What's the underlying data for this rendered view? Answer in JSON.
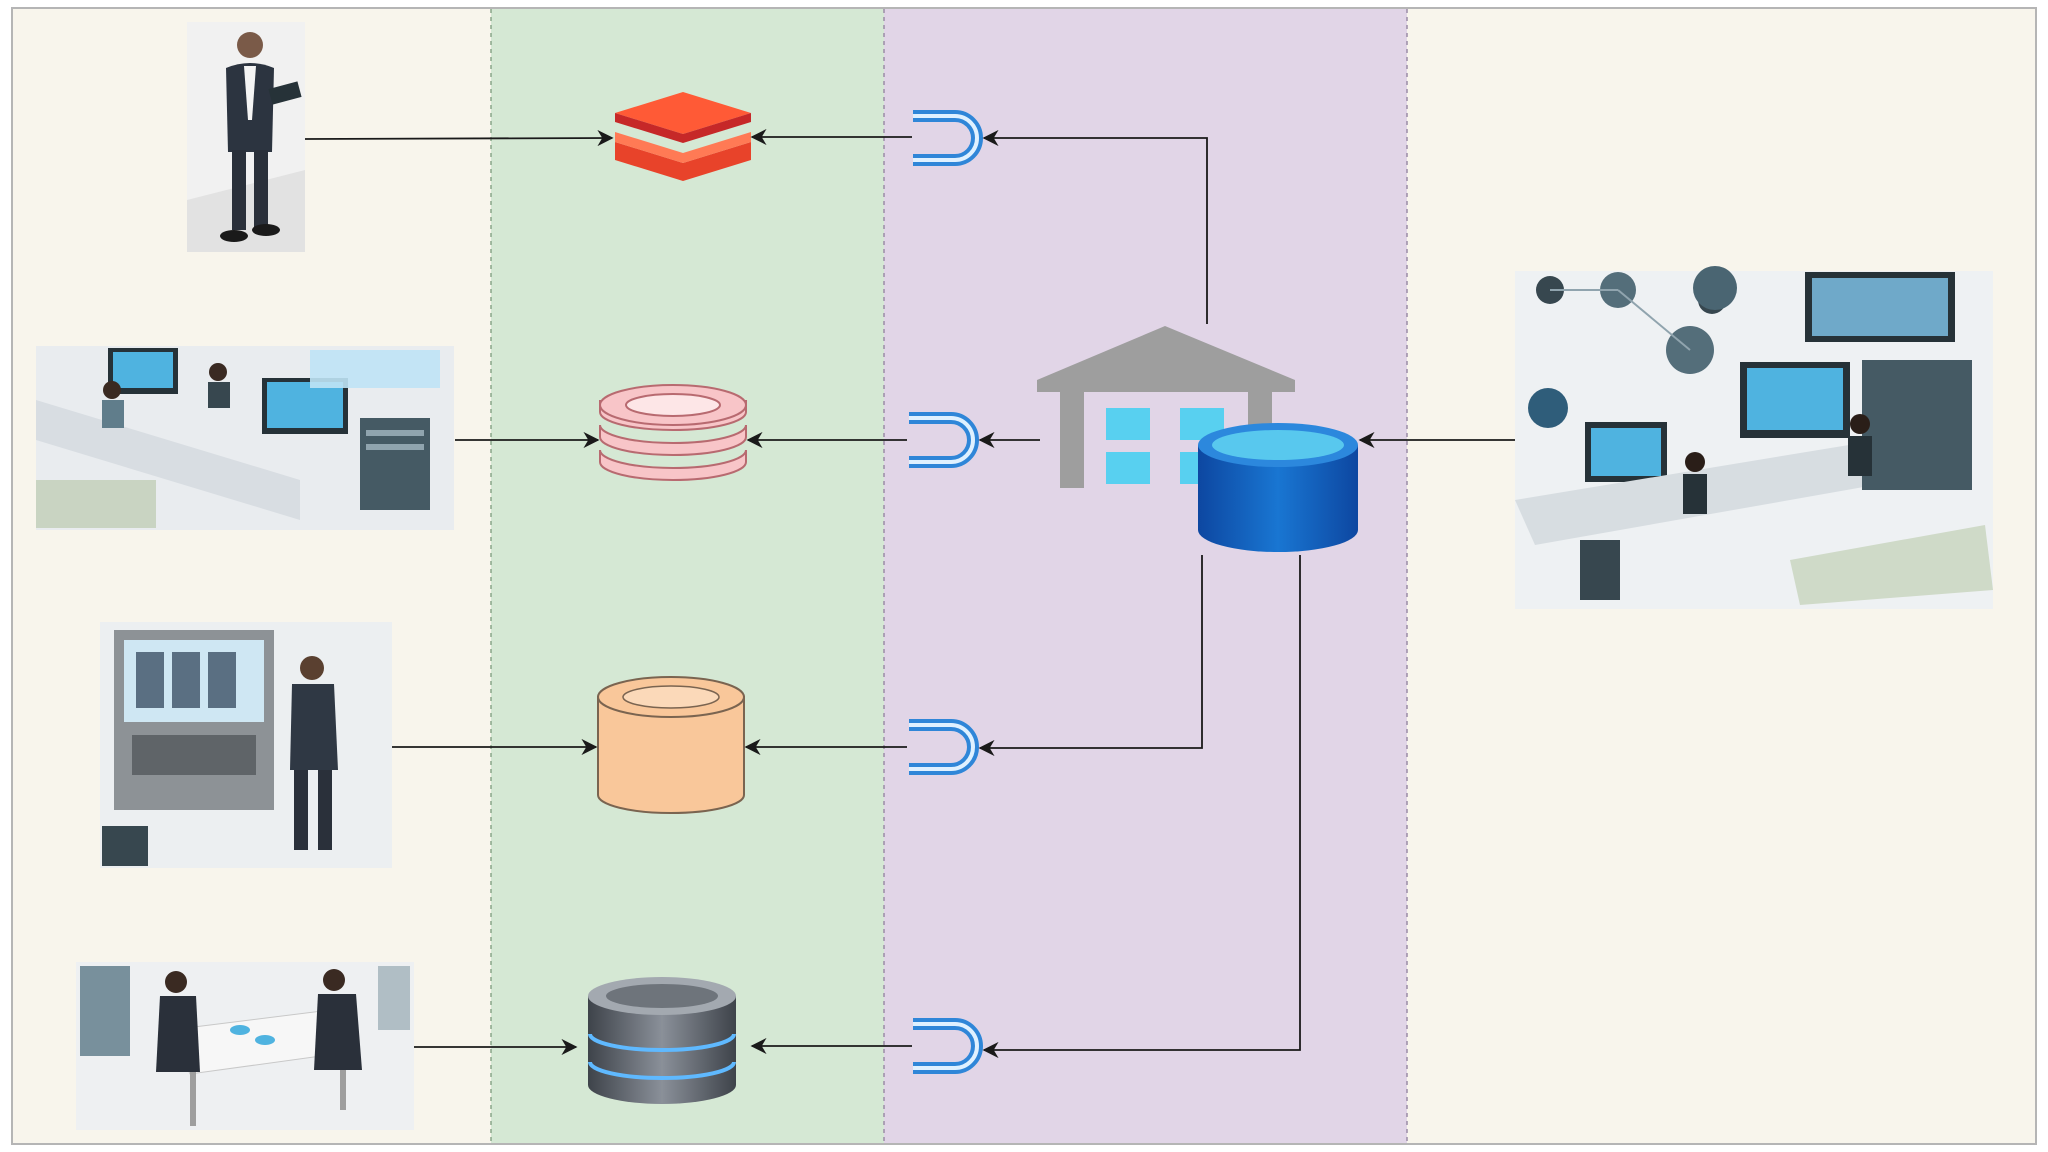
{
  "colors": {
    "frame_bg": "#f8f5ec",
    "frame_border": "#b5b5b5",
    "lane_green": "#d5e8d4",
    "lane_purple": "#e1d5e7",
    "arrow": "#1a1a1a",
    "magnet_blue": "#2f86d8",
    "warehouse_gray": "#9e9e9e",
    "warehouse_window": "#58d0f0",
    "lake_blue": "#1565c0",
    "lake_top": "#58c8ee",
    "databricks_red": "#e8432a",
    "ring_pink": "#f8c5c8",
    "cylinder_orange": "#f9c79a",
    "dark_db": "#5f646b"
  },
  "lanes": [
    {
      "name": "source-lane",
      "color": "frame_bg"
    },
    {
      "name": "store-lane",
      "color": "lane_green"
    },
    {
      "name": "serve-lane",
      "color": "lane_purple"
    },
    {
      "name": "ingest-lane",
      "color": "frame_bg"
    }
  ],
  "icons": {
    "users": [
      "businessman-standing-illustration",
      "office-workstations-illustration",
      "trading-kiosk-illustration",
      "meeting-table-illustration"
    ],
    "targets": [
      "databricks-icon",
      "ring-database-icon",
      "cylinder-database-icon",
      "dark-database-icon"
    ],
    "connectors": [
      "magnet-connector-icon",
      "magnet-connector-icon",
      "magnet-connector-icon",
      "magnet-connector-icon"
    ],
    "hub": [
      "data-warehouse-icon",
      "data-lake-cylinder-icon"
    ],
    "source": "finance-office-illustration"
  }
}
